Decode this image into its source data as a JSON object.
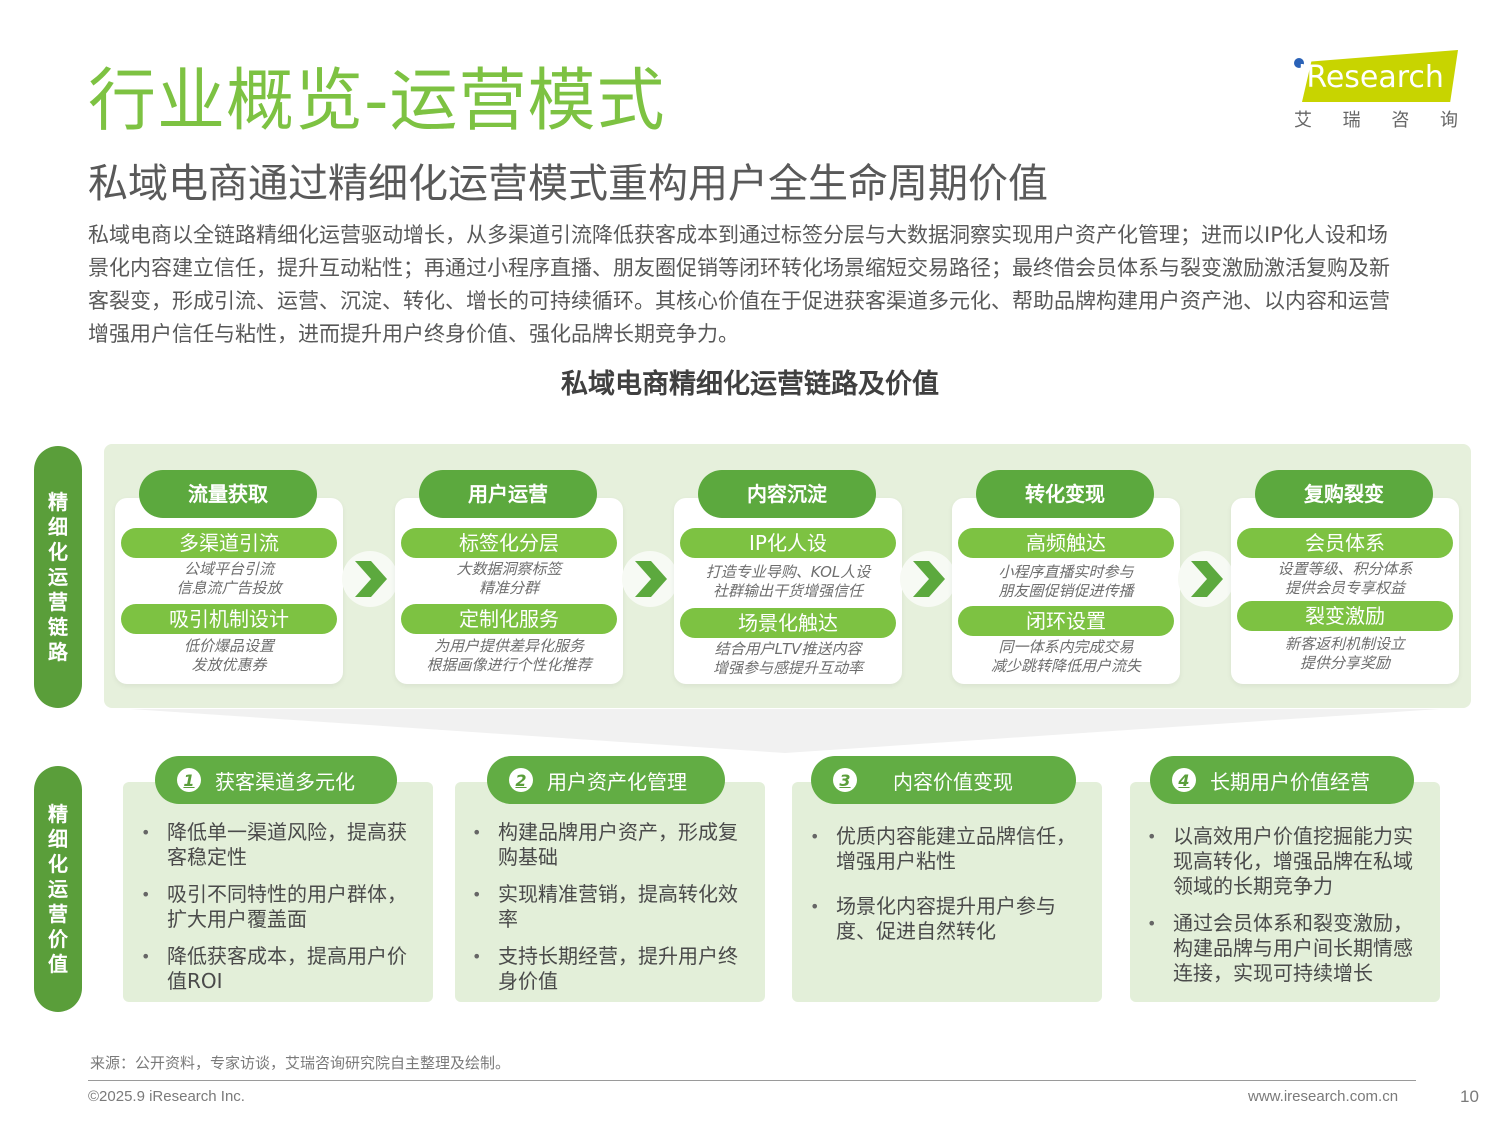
{
  "header": {
    "title": "行业概览-运营模式",
    "subtitle": "私域电商通过精细化运营模式重构用户全生命周期价值"
  },
  "logo": {
    "text": "iResearch",
    "cn": [
      "艾",
      "瑞",
      "咨",
      "询"
    ],
    "band_color": "#c8d400",
    "dot_color": "#2a62b7"
  },
  "intro": "私域电商以全链路精细化运营驱动增长，从多渠道引流降低获客成本到通过标签分层与大数据洞察实现用户资产化管理；进而以IP化人设和场景化内容建立信任，提升互动粘性；再通过小程序直播、朋友圈促销等闭环转化场景缩短交易路径；最终借会员体系与裂变激励激活复购及新客裂变，形成引流、运营、沉淀、转化、增长的可持续循环。其核心价值在于促进获客渠道多元化、帮助品牌构建用户资产池、以内容和运营增强用户信任与粘性，进而提升用户终身价值、强化品牌长期竞争力。",
  "diagram": {
    "title": "私域电商精细化运营链路及价值",
    "side_labels": {
      "chain": [
        "精",
        "细",
        "化",
        "运",
        "营",
        "链",
        "路"
      ],
      "value": [
        "精",
        "细",
        "化",
        "运",
        "营",
        "价",
        "值"
      ]
    },
    "stages": [
      {
        "head": "流量获取",
        "items": [
          {
            "label": "多渠道引流",
            "desc": [
              "公域平台引流",
              "信息流广告投放"
            ]
          },
          {
            "label": "吸引机制设计",
            "desc": [
              "低价爆品设置",
              "发放优惠券"
            ]
          }
        ]
      },
      {
        "head": "用户运营",
        "items": [
          {
            "label": "标签化分层",
            "desc": [
              "大数据洞察标签",
              "精准分群"
            ]
          },
          {
            "label": "定制化服务",
            "desc": [
              "为用户提供差异化服务",
              "根据画像进行个性化推荐"
            ]
          }
        ]
      },
      {
        "head": "内容沉淀",
        "items": [
          {
            "label": "IP化人设",
            "desc": [
              "打造专业导购、KOL人设",
              "社群输出干货增强信任"
            ]
          },
          {
            "label": "场景化触达",
            "desc": [
              "结合用户LTV推送内容",
              "增强参与感提升互动率"
            ]
          }
        ]
      },
      {
        "head": "转化变现",
        "items": [
          {
            "label": "高频触达",
            "desc": [
              "小程序直播实时参与",
              "朋友圈促销促进传播"
            ]
          },
          {
            "label": "闭环设置",
            "desc": [
              "同一体系内完成交易",
              "减少跳转降低用户流失"
            ]
          }
        ]
      },
      {
        "head": "复购裂变",
        "items": [
          {
            "label": "会员体系",
            "desc": [
              "设置等级、积分体系",
              "提供会员专享权益"
            ]
          },
          {
            "label": "裂变激励",
            "desc": [
              "新客返利机制设立",
              "提供分享奖励"
            ]
          }
        ]
      }
    ],
    "values": [
      {
        "num": "1",
        "head": "获客渠道多元化",
        "bullets": [
          "降低单一渠道风险，提高获客稳定性",
          "吸引不同特性的用户群体，扩大用户覆盖面",
          "降低获客成本，提高用户价值ROI"
        ]
      },
      {
        "num": "2",
        "head": "用户资产化管理",
        "bullets": [
          "构建品牌用户资产，形成复购基础",
          "实现精准营销，提高转化效率",
          "支持长期经营，提升用户终身价值"
        ]
      },
      {
        "num": "3",
        "head": "内容价值变现",
        "bullets": [
          "优质内容能建立品牌信任，增强用户粘性",
          "场景化内容提升用户参与度、促进自然转化"
        ]
      },
      {
        "num": "4",
        "head": "长期用户价值经营",
        "bullets": [
          "以高效用户价值挖掘能力实现高转化，增强品牌在私域领域的长期竞争力",
          "通过会员体系和裂变激励，构建品牌与用户间长期情感连接，实现可持续增长"
        ]
      }
    ],
    "colors": {
      "title_green": "#7dc242",
      "dark_green": "#5a9e3a",
      "light_green": "#7dc242",
      "panel_bg": "#e6f0dc"
    }
  },
  "footer": {
    "source": "来源：公开资料，专家访谈，艾瑞咨询研究院自主整理及绘制。",
    "copyright": "©2025.9 iResearch Inc.",
    "website": "www.iresearch.com.cn",
    "page": "10"
  }
}
